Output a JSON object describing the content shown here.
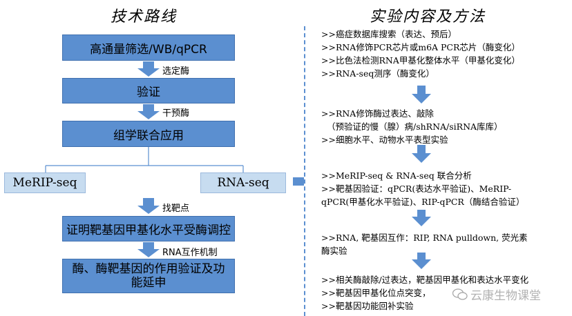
{
  "titles": {
    "left": "技术路线",
    "right": "实验内容及方法"
  },
  "left_flow": {
    "box1": "高通量筛选/WB/qPCR",
    "label1": "选定酶",
    "box2": "验证",
    "label2": "干预酶",
    "box3": "组学联合应用",
    "merip": "MeRIP-seq",
    "rnaseq": "RNA-seq",
    "label3": "找靶点",
    "box4": "证明靶基因甲基化水平受酶调控",
    "label4": "RNA互作机制",
    "box5_line1": "酶、酶靶基因的作用验证及功",
    "box5_line2": "能延申"
  },
  "right_content": {
    "group1": [
      ">>癌症数据库搜索（表达、预后）",
      ">>RNA修饰PCR芯片或m6A PCR芯片（酶变化）",
      ">>比色法检测RNA甲基化整体水平（甲基化变化）",
      ">>RNA-seq测序（酶变化）"
    ],
    "group2": [
      ">>RNA修饰酶过表达、敲除",
      "（预验证的慢（腺）病/shRNA/siRNA库库）",
      ">>细胞水平、动物水平表型实验"
    ],
    "group3": [
      ">>MeRIP-seq & RNA-seq 联合分析",
      ">>靶基因验证：qPCR(表达水平验证)、MeRIP-",
      "qPCR(甲基化水平验证)、RIP-qPCR（酶结合验证）"
    ],
    "group4": [
      ">>RNA, 靶基因互作：RIP, RNA pulldown, 荧光素",
      "酶实验"
    ],
    "group5": [
      ">>相关酶敲除/过表达，靶基因甲基化和表达水平变化",
      ">>靶基因甲基化位点突变，",
      ">>靶基因功能回补实验"
    ]
  },
  "watermark": "云康生物课堂",
  "colors": {
    "box_fill": "#5b8fd0",
    "side_fill": "#c7dcf0",
    "arrow": "#5b8fd0"
  }
}
